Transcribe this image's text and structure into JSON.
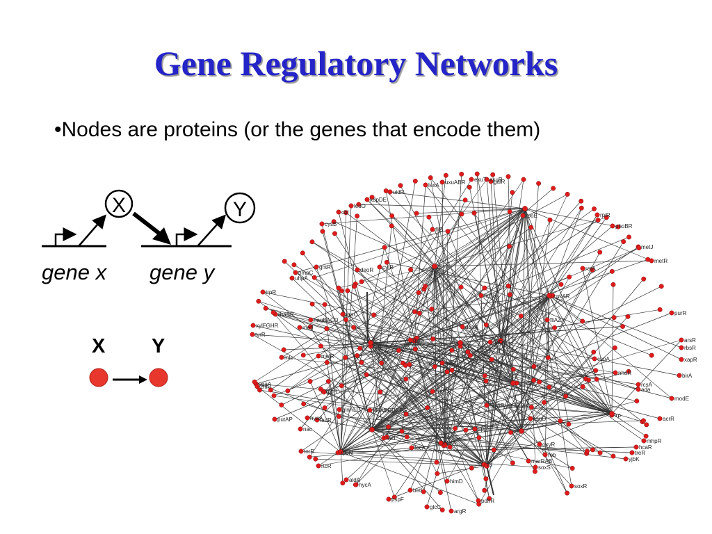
{
  "slide": {
    "title": "Gene Regulatory Networks",
    "bullet": "•Nodes are proteins (or the genes that encode them)"
  },
  "schematic": {
    "protein_x": "X",
    "protein_y": "Y",
    "gene_x_label": "gene x",
    "gene_y_label": "gene y"
  },
  "simple_graph": {
    "node_x_label": "X",
    "node_y_label": "Y",
    "node_color": "#e8372c"
  },
  "network": {
    "node_color": "#e01b1b",
    "labels": [
      "lexA",
      "uxuABR",
      "exuT",
      "exuR",
      "galR",
      "uidR",
      "kdpDE",
      "leuO",
      "cbl",
      "cysB",
      "fliB",
      "rpoE",
      "rpiR",
      "phoBR",
      "metJ",
      "metR",
      "purR",
      "gntR",
      "ompC",
      "uhpA",
      "deoR",
      "cytR",
      "rpoH",
      "rotA",
      "trpR",
      "fecIR",
      "cpxAR",
      "rhaSR",
      "araC",
      "nagBACD",
      "fliAZY",
      "metI",
      "xylFGHR",
      "tyrR",
      "dnaA",
      "galS",
      "crp",
      "fur",
      "flhDC",
      "arsR",
      "rbsR",
      "xapR",
      "mlc",
      "melR",
      "galR",
      "nhaR",
      "cspA",
      "birA",
      "hns",
      "rpoS",
      "caiF",
      "glpR",
      "rcsA",
      "ada",
      "modE",
      "putAP",
      "tdcABCDEFG",
      "glnALG",
      "hyaA",
      "ompR_envZ",
      "csgD",
      "acrR",
      "fadR",
      "nac",
      "lrp",
      "mhpR",
      "torR",
      "rpoN",
      "lacI",
      "hcaR",
      "fecA",
      "himA",
      "appY",
      "yjbK",
      "treR",
      "rtcR",
      "rob",
      "marRAB",
      "soxS",
      "oxyR",
      "fis",
      "soxR",
      "aldA",
      "hycA",
      "himD",
      "pspF",
      "betI",
      "pdhR",
      "glcC",
      "argR",
      "ygaA",
      "znfR"
    ]
  }
}
